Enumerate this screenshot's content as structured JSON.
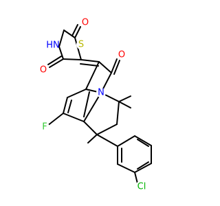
{
  "structure": {
    "atom_labels": {
      "O1": "O",
      "NH": "HN",
      "O2": "O",
      "S": "S",
      "O3": "O",
      "N": "N",
      "F": "F",
      "Cl": "Cl"
    },
    "colors": {
      "O": "#ff0000",
      "N": "#0000ff",
      "S": "#b8b800",
      "F": "#33cc33",
      "Cl": "#00b300",
      "bond": "#000000"
    }
  }
}
